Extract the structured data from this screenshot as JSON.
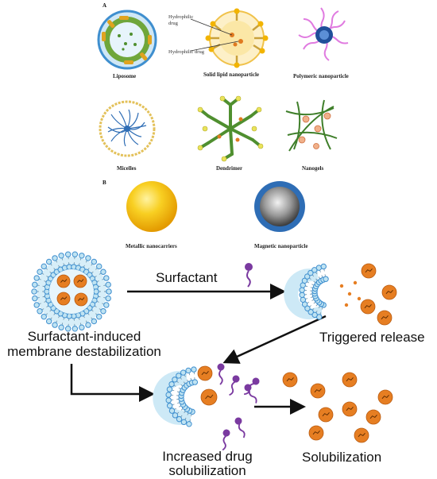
{
  "panels": {
    "a": "A",
    "b": "B"
  },
  "nanocarriers": [
    {
      "id": "liposome",
      "label": "Liposome"
    },
    {
      "id": "sln",
      "label": "Solid lipid nanoparticle"
    },
    {
      "id": "polymeric",
      "label": "Polymeric nanoparticle"
    },
    {
      "id": "micelles",
      "label": "Micelles"
    },
    {
      "id": "dendrimer",
      "label": "Dendrimer"
    },
    {
      "id": "nanogels",
      "label": "Nanogels"
    },
    {
      "id": "metallic",
      "label": "Metallic nanocarriers"
    },
    {
      "id": "magnetic",
      "label": "Magnetic nanoparticle"
    }
  ],
  "annotations": {
    "hydrophilic_drug_top": "Hydrophilic",
    "hydrophilic_drug_top2": "drug",
    "hydrophilic_drug_bottom": "Hydrophilic drug"
  },
  "process": {
    "surfactant": "Surfactant",
    "destabilization_line1": "Surfactant-induced",
    "destabilization_line2": "membrane destabilization",
    "triggered_release": "Triggered release",
    "increased_line1": "Increased drug",
    "increased_line2": "solubilization",
    "solubilization": "Solubilization"
  },
  "colors": {
    "membrane": "#3f8fcf",
    "membrane_fill": "#bfe3f2",
    "drug": "#e67e22",
    "surfactant": "#7a3aa0",
    "liposome_green": "#4f8f2f",
    "gold": "#f2b400",
    "magnetic_ring": "#2e6db5"
  }
}
